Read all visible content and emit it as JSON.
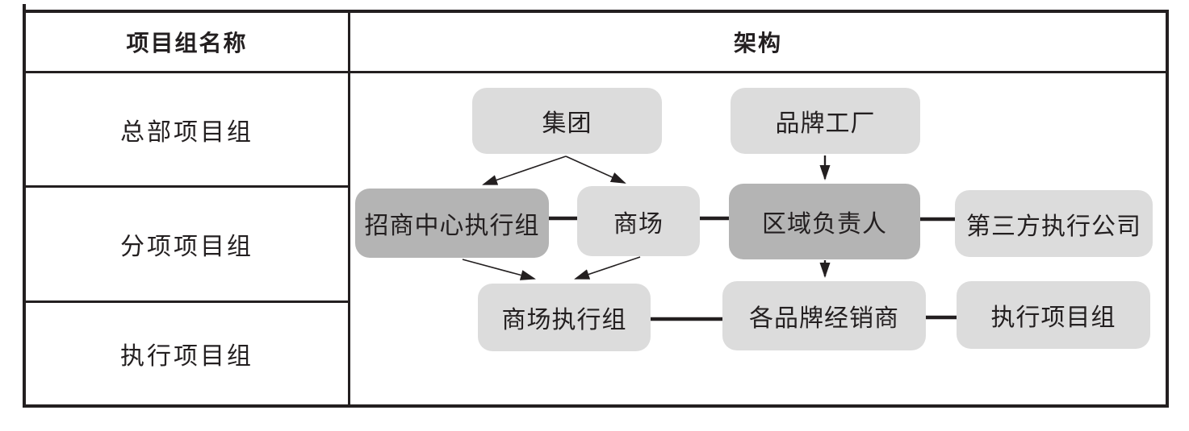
{
  "table": {
    "col1_header": "项目组名称",
    "col2_header": "架构",
    "rows": [
      {
        "label": "总部项目组"
      },
      {
        "label": "分项项目组"
      },
      {
        "label": "执行项目组"
      }
    ]
  },
  "diagram": {
    "nodes": {
      "group": {
        "label": "集团",
        "tone": "light"
      },
      "brandFactory": {
        "label": "品牌工厂",
        "tone": "light"
      },
      "investmentCenter": {
        "label": "招商中心执行组",
        "tone": "dark"
      },
      "mall": {
        "label": "商场",
        "tone": "light"
      },
      "regionalManager": {
        "label": "区域负责人",
        "tone": "dark"
      },
      "thirdParty": {
        "label": "第三方执行公司",
        "tone": "light"
      },
      "mallExec": {
        "label": "商场执行组",
        "tone": "light"
      },
      "dealers": {
        "label": "各品牌经销商",
        "tone": "light"
      },
      "execGroup": {
        "label": "执行项目组",
        "tone": "light"
      }
    },
    "edges": [
      {
        "from": "集团",
        "to": "招商中心执行组",
        "type": "arrow"
      },
      {
        "from": "集团",
        "to": "商场",
        "type": "arrow"
      },
      {
        "from": "品牌工厂",
        "to": "区域负责人",
        "type": "arrow"
      },
      {
        "from": "招商中心执行组",
        "to": "商场",
        "type": "line"
      },
      {
        "from": "商场",
        "to": "区域负责人",
        "type": "line"
      },
      {
        "from": "区域负责人",
        "to": "第三方执行公司",
        "type": "line"
      },
      {
        "from": "招商中心执行组",
        "to": "商场执行组",
        "type": "arrow"
      },
      {
        "from": "商场",
        "to": "商场执行组",
        "type": "arrow"
      },
      {
        "from": "区域负责人",
        "to": "各品牌经销商",
        "type": "arrow"
      },
      {
        "from": "商场执行组",
        "to": "各品牌经销商",
        "type": "line"
      },
      {
        "from": "各品牌经销商",
        "to": "执行项目组",
        "type": "line"
      }
    ]
  },
  "colors": {
    "node_light": "#dcdcdc",
    "node_dark": "#b4b4b4",
    "line": "#231f20",
    "text": "#231f20"
  }
}
